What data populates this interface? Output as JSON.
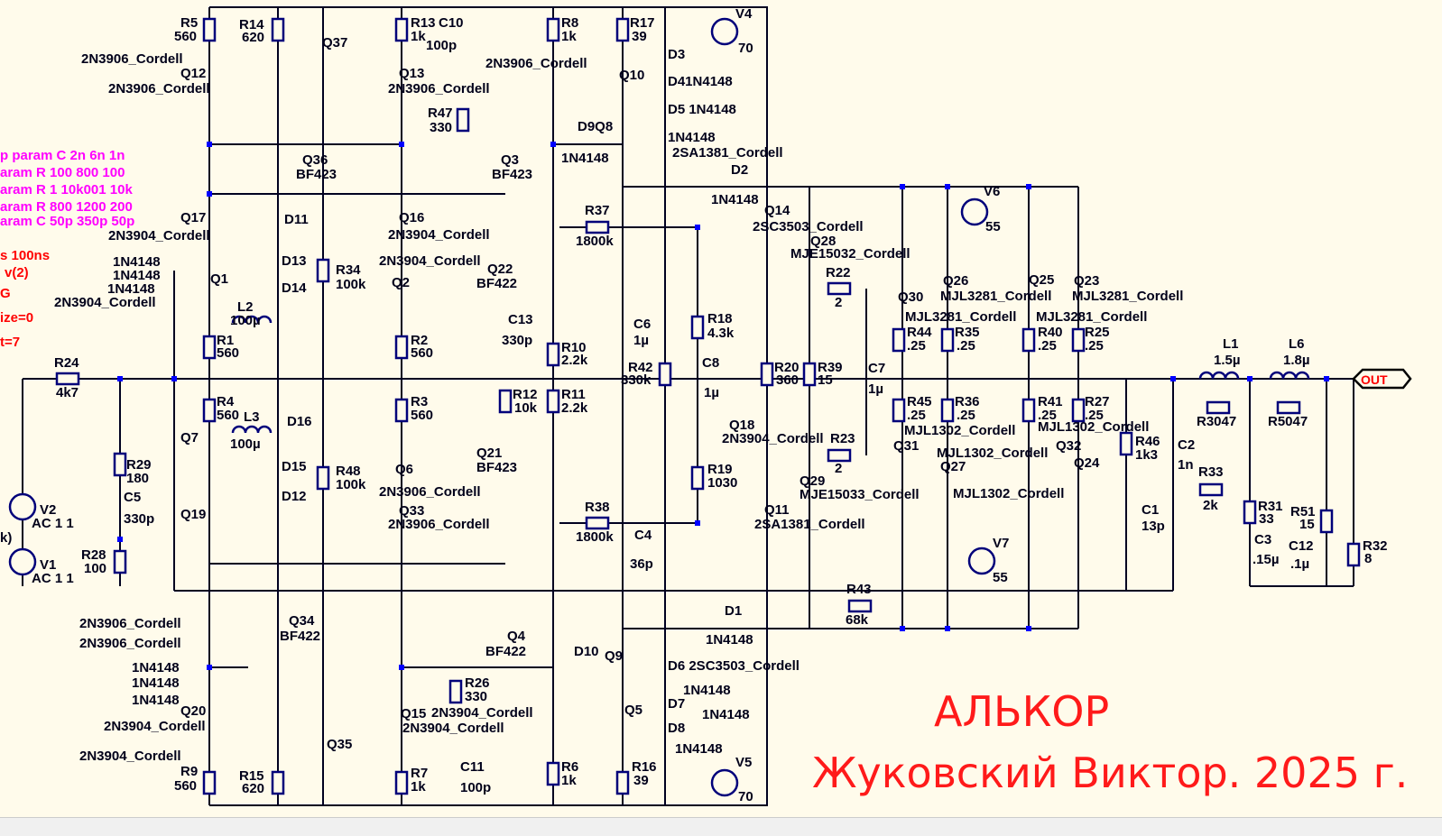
{
  "notes": [
    "p param C 2n 6n 1n",
    "aram R 100 800 100",
    "aram R 1 10k001 10k",
    "aram R 800 1200 200",
    "aram C 50p 350p 50p"
  ],
  "sim": [
    "s 100ns",
    "v(2)",
    "G",
    "ize=0",
    "t=7",
    "k)"
  ],
  "title": "АЛЬКОР",
  "subtitle": "Жуковский Виктор. 2025 г.",
  "out_label": "OUT",
  "labels": [
    "R5",
    "560",
    "R14",
    "620",
    "Q37",
    "R13",
    "1k",
    "C10",
    "100p",
    "R8",
    "1k",
    "R17",
    "39",
    "V4",
    "70",
    "2N3906_Cordell",
    "Q12",
    "2N3906_Cordell",
    "Q13",
    "2N3906_Cordell",
    "2N3906_Cordell",
    "Q10",
    "D3",
    "D41N4148",
    "R47",
    "330",
    "D5 1N4148",
    "D9Q8",
    "1N4148",
    "Q36",
    "BF423",
    "Q3",
    "BF423",
    "1N4148",
    "2SA1381_Cordell",
    "D2",
    "1N4148",
    "V6",
    "55",
    "R37",
    "1800k",
    "Q14",
    "2SC3503_Cordell",
    "Q28",
    "MJE15032_Cordell",
    "R22",
    "2",
    "Q17",
    "2N3904_Cordell",
    "D11",
    "Q16",
    "2N3904_Cordell",
    "2N3904_Cordell",
    "D13",
    "D14",
    "R34",
    "100k",
    "1N4148",
    "1N4148",
    "1N4148",
    "Q1",
    "2N3904_Cordell",
    "Q2",
    "Q22",
    "BF422",
    "Q26",
    "Q30",
    "MJL3281_Cordell",
    "Q25",
    "Q23",
    "MJL3281_Cordell",
    "MJL3281_Cordell",
    "MJL3281_Cordell",
    "L2",
    "100µ",
    "C13",
    "330p",
    "C6",
    "1µ",
    "R18",
    "4.3k",
    "R1",
    "560",
    "R2",
    "560",
    "R10",
    "2.2k",
    "R44",
    ".25",
    "R35",
    ".25",
    "R40",
    ".25",
    "R25",
    ".25",
    "L1",
    "1.5µ",
    "L6",
    "1.8µ",
    "R24",
    "4k7",
    "R42",
    "330k",
    "C8",
    "1µ",
    "R20",
    "360",
    "R39",
    "15",
    "C7",
    "1µ",
    "R11",
    "2.2k",
    "R12",
    "10k",
    "R4",
    "560",
    "L3",
    "100µ",
    "R3",
    "560",
    "D16",
    "R45",
    ".25",
    "R36",
    ".25",
    "R41",
    ".25",
    "R27",
    ".25",
    "R3047",
    "R5047",
    "Q18",
    "2N3904_Cordell",
    "R23",
    "2",
    "MJL1302_Cordell",
    "MJL1302_Cordell",
    "Q31",
    "MJL1302_Cordell",
    "Q32",
    "Q27",
    "Q24",
    "R46",
    "1k3",
    "C2",
    "1n",
    "Q7",
    "Q6",
    "D15",
    "R48",
    "100k",
    "Q21",
    "BF423",
    "R29",
    "180",
    "R19",
    "1030",
    "R33",
    "2k",
    "Q29",
    "MJE15033_Cordell",
    "2N3906_Cordell",
    "MJL1302_Cordell",
    "V2",
    "AC 1 1",
    "C5",
    "330p",
    "C1",
    "13p",
    "D12",
    "R31",
    "33",
    "R51",
    "15",
    "Q19",
    "Q33",
    "2N3906_Cordell",
    "R38",
    "1800k",
    "Q11",
    "2SA1381_Cordell",
    "C4",
    "36p",
    "V7",
    "55",
    "C3",
    ".15µ",
    "C12",
    ".1µ",
    "R32",
    "8",
    "V1",
    "AC 1 1",
    "R28",
    "100",
    "R43",
    "68k",
    "D1",
    "1N4148",
    "2N3906_Cordell",
    "2N3906_Cordell",
    "Q34",
    "BF422",
    "Q4",
    "BF422",
    "D10",
    "Q9",
    "D6 2SC3503_Cordell",
    "1N4148",
    "1N4148",
    "1N4148",
    "R26",
    "330",
    "1N4148",
    "D7",
    "Q20",
    "2N3904_Cordell",
    "Q15",
    "2N3904_Cordell",
    "2N3904_Cordell",
    "Q5",
    "1N4148",
    "D8",
    "1N4148",
    "Q35",
    "2N3904_Cordell",
    "C11",
    "100p",
    "R6",
    "1k",
    "R16",
    "39",
    "V5",
    "70",
    "R9",
    "560",
    "R15",
    "620",
    "R7",
    "1k"
  ]
}
